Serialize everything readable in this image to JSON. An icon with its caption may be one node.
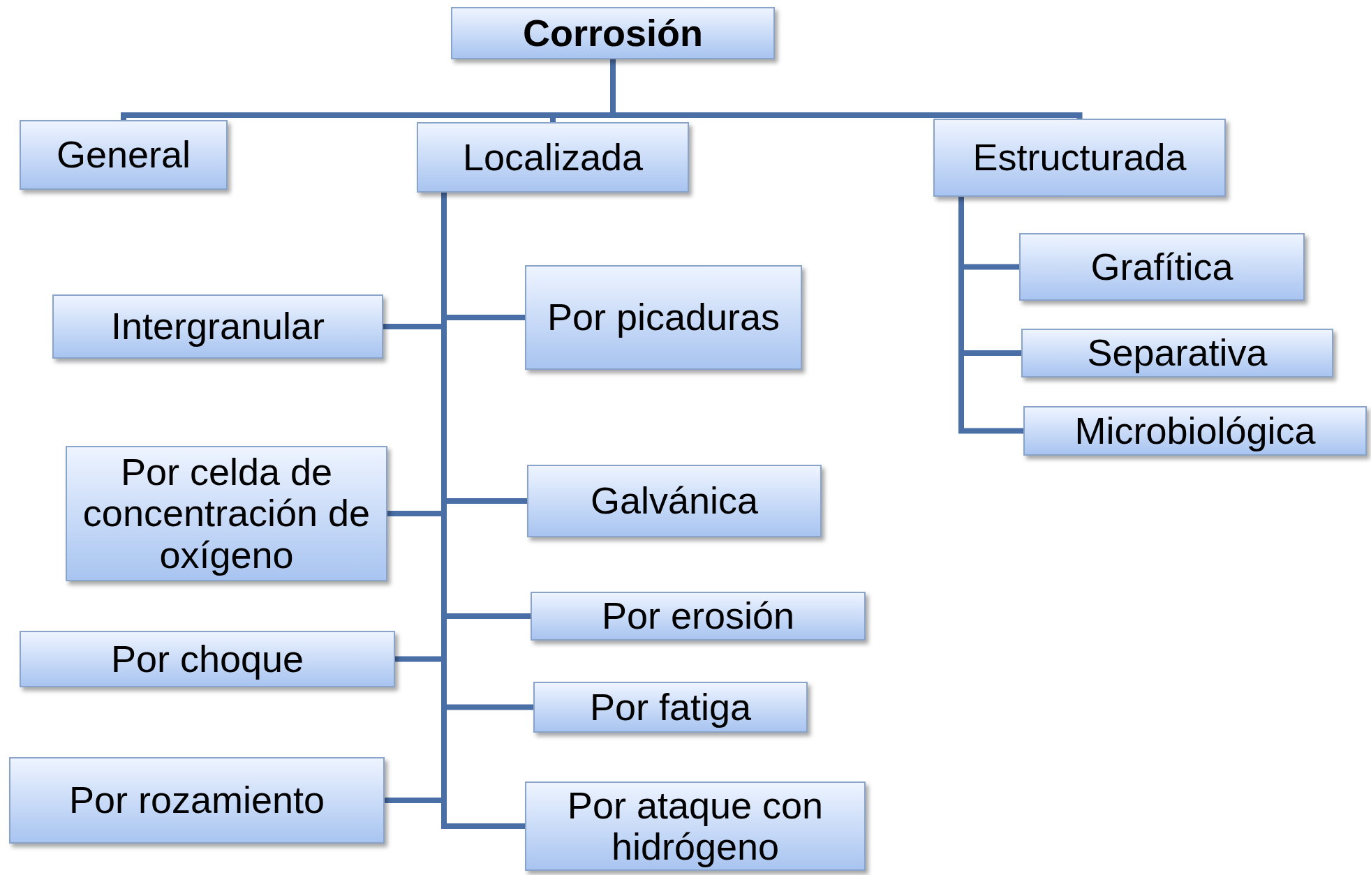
{
  "diagram": {
    "nodes": [
      {
        "text": [
          "Corrosión"
        ]
      },
      {
        "text": [
          "General"
        ]
      },
      {
        "text": [
          "Localizada"
        ]
      },
      {
        "text": [
          "Estructurada"
        ]
      },
      {
        "text": [
          "Intergranular"
        ]
      },
      {
        "text": [
          "Por picaduras"
        ]
      },
      {
        "text": [
          "Por celda de concentración de oxígeno"
        ]
      },
      {
        "text": [
          "Galvánica"
        ]
      },
      {
        "text": [
          "Por erosión"
        ]
      },
      {
        "text": [
          "Por choque"
        ]
      },
      {
        "text": [
          "Por fatiga"
        ]
      },
      {
        "text": [
          "Por rozamiento"
        ]
      },
      {
        "text": [
          "Por ataque con hidrógeno"
        ]
      },
      {
        "text": [
          "Grafítica"
        ]
      },
      {
        "text": [
          "Separativa"
        ]
      },
      {
        "text": [
          "Microbiológica"
        ]
      }
    ],
    "edges": [
      {
        "from": 0,
        "to": 1,
        "arrow": "none"
      },
      {
        "from": 0,
        "to": 2,
        "arrow": "none"
      },
      {
        "from": 0,
        "to": 3,
        "arrow": "none"
      },
      {
        "from": 2,
        "to": 4,
        "arrow": "none"
      },
      {
        "from": 2,
        "to": 5,
        "arrow": "none"
      },
      {
        "from": 2,
        "to": 6,
        "arrow": "none"
      },
      {
        "from": 2,
        "to": 7,
        "arrow": "none"
      },
      {
        "from": 2,
        "to": 8,
        "arrow": "none"
      },
      {
        "from": 2,
        "to": 9,
        "arrow": "none"
      },
      {
        "from": 2,
        "to": 10,
        "arrow": "none"
      },
      {
        "from": 2,
        "to": 11,
        "arrow": "none"
      },
      {
        "from": 2,
        "to": 12,
        "arrow": "none"
      },
      {
        "from": 3,
        "to": 13,
        "arrow": "none"
      },
      {
        "from": 3,
        "to": 14,
        "arrow": "none"
      },
      {
        "from": 3,
        "to": 15,
        "arrow": "none"
      }
    ]
  }
}
